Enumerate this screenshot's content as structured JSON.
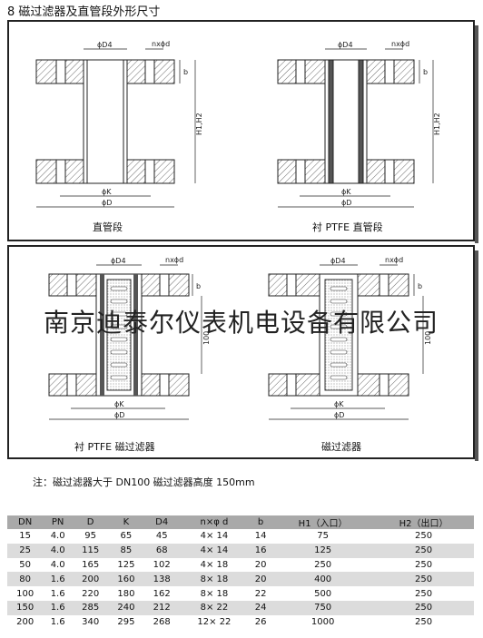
{
  "section_title": "8  磁过滤器及直管段外形尺寸",
  "diagrams": {
    "straight_pipe": {
      "caption": "直管段",
      "d4": "ϕD4",
      "nxd": "nxϕd",
      "b": "b",
      "h": "H1,H2",
      "k": "ϕK",
      "d": "ϕD"
    },
    "ptfe_straight_pipe": {
      "caption": "衬 PTFE 直管段",
      "d4": "ϕD4",
      "nxd": "nxϕd",
      "b": "b",
      "h": "H1,H2",
      "k": "ϕK",
      "d": "ϕD"
    },
    "ptfe_magnetic_filter": {
      "caption": "衬 PTFE 磁过滤器",
      "d4": "ϕD4",
      "nxd": "nxϕd",
      "b": "b",
      "h": "100",
      "k": "ϕK",
      "d": "ϕD"
    },
    "magnetic_filter": {
      "caption": "磁过滤器",
      "d4": "ϕD4",
      "nxd": "nxϕd",
      "b": "b",
      "h": "100",
      "k": "ϕK",
      "d": "ϕD"
    }
  },
  "watermark": "南京迪泰尔仪表机电设备有限公司",
  "note": "注：磁过滤器大于 DN100  磁过滤器高度 150mm",
  "table": {
    "headers": [
      "DN",
      "PN",
      "D",
      "K",
      "D4",
      "n×φ d",
      "b",
      "H1（入口）",
      "H2（出口）"
    ],
    "rows": [
      [
        "15",
        "4.0",
        "95",
        "65",
        "45",
        "4× 14",
        "14",
        "75",
        "250"
      ],
      [
        "25",
        "4.0",
        "115",
        "85",
        "68",
        "4× 14",
        "16",
        "125",
        "250"
      ],
      [
        "50",
        "4.0",
        "165",
        "125",
        "102",
        "4× 18",
        "20",
        "250",
        "250"
      ],
      [
        "80",
        "1.6",
        "200",
        "160",
        "138",
        "8× 18",
        "20",
        "400",
        "250"
      ],
      [
        "100",
        "1.6",
        "220",
        "180",
        "162",
        "8× 18",
        "22",
        "500",
        "250"
      ],
      [
        "150",
        "1.6",
        "285",
        "240",
        "212",
        "8× 22",
        "24",
        "750",
        "250"
      ],
      [
        "200",
        "1.6",
        "340",
        "295",
        "268",
        "12× 22",
        "26",
        "1000",
        "250"
      ]
    ]
  }
}
